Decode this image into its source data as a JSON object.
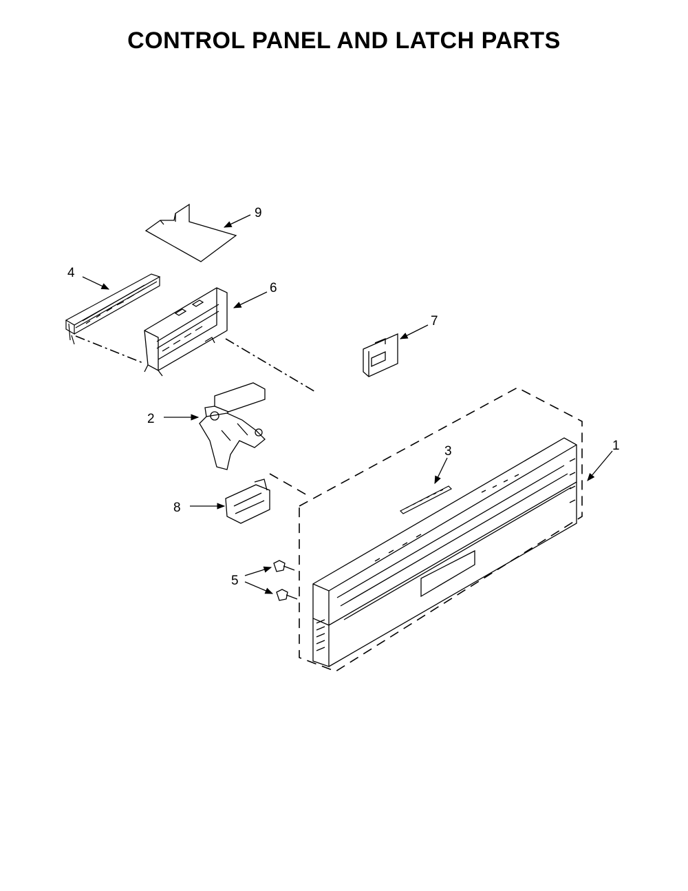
{
  "title": "CONTROL PANEL AND LATCH PARTS",
  "callouts": {
    "p1": "1",
    "p2": "2",
    "p3": "3",
    "p4": "4",
    "p5": "5",
    "p6": "6",
    "p7": "7",
    "p8": "8",
    "p9": "9"
  }
}
